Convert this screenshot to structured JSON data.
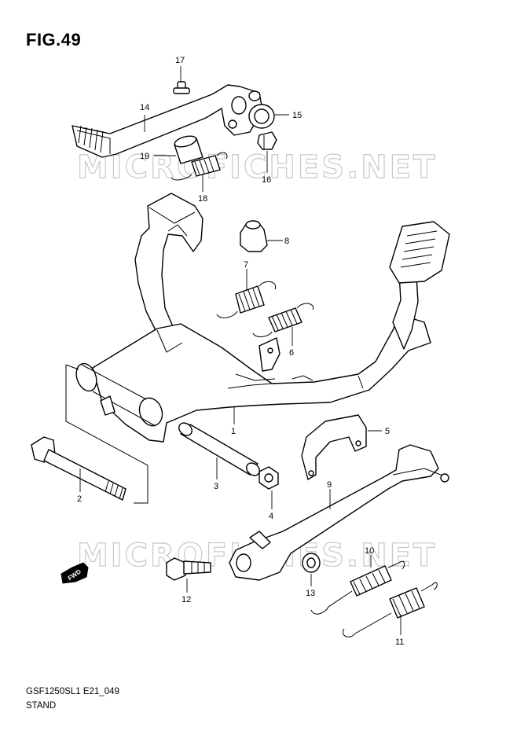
{
  "figure": {
    "title": "FIG.49",
    "code": "GSF1250SL1 E21_049",
    "name": "STAND"
  },
  "watermark": {
    "text": "MICROFICHES.NET"
  },
  "direction_badge": {
    "text": "FWD"
  },
  "callouts": [
    {
      "id": "1",
      "label": "1"
    },
    {
      "id": "2",
      "label": "2"
    },
    {
      "id": "3",
      "label": "3"
    },
    {
      "id": "4",
      "label": "4"
    },
    {
      "id": "5",
      "label": "5"
    },
    {
      "id": "6",
      "label": "6"
    },
    {
      "id": "7",
      "label": "7"
    },
    {
      "id": "8",
      "label": "8"
    },
    {
      "id": "9",
      "label": "9"
    },
    {
      "id": "10",
      "label": "10"
    },
    {
      "id": "11",
      "label": "11"
    },
    {
      "id": "12",
      "label": "12"
    },
    {
      "id": "13",
      "label": "13"
    },
    {
      "id": "14",
      "label": "14"
    },
    {
      "id": "15",
      "label": "15"
    },
    {
      "id": "16",
      "label": "16"
    },
    {
      "id": "17",
      "label": "17"
    },
    {
      "id": "18",
      "label": "18"
    },
    {
      "id": "19",
      "label": "19"
    }
  ]
}
